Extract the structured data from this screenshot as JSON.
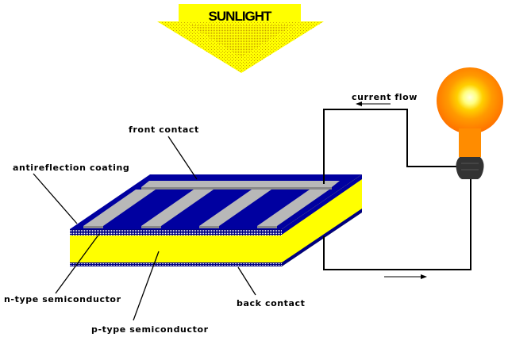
{
  "banner": {
    "text": "SUNLIGHT"
  },
  "labels": {
    "front_contact": "front contact",
    "antireflection_coating": "antireflection coating",
    "current_flow": "current flow",
    "n_type": "n-type semiconductor",
    "p_type": "p-type semiconductor",
    "back_contact": "back contact"
  },
  "colors": {
    "sunlight_arrow": "#ffff00",
    "n_type_layer": "#ffff00",
    "p_type_layer": "#ffff00",
    "antireflection_layer": "#0000a0",
    "front_contact": "#b0b0b0",
    "bulb_glow": "#ff8c00",
    "bulb_base": "#333333",
    "wire": "#000000"
  },
  "icons": {
    "bulb": "light-bulb-icon",
    "current_arrow": "arrow-left-icon",
    "return_arrow": "arrow-right-icon"
  }
}
